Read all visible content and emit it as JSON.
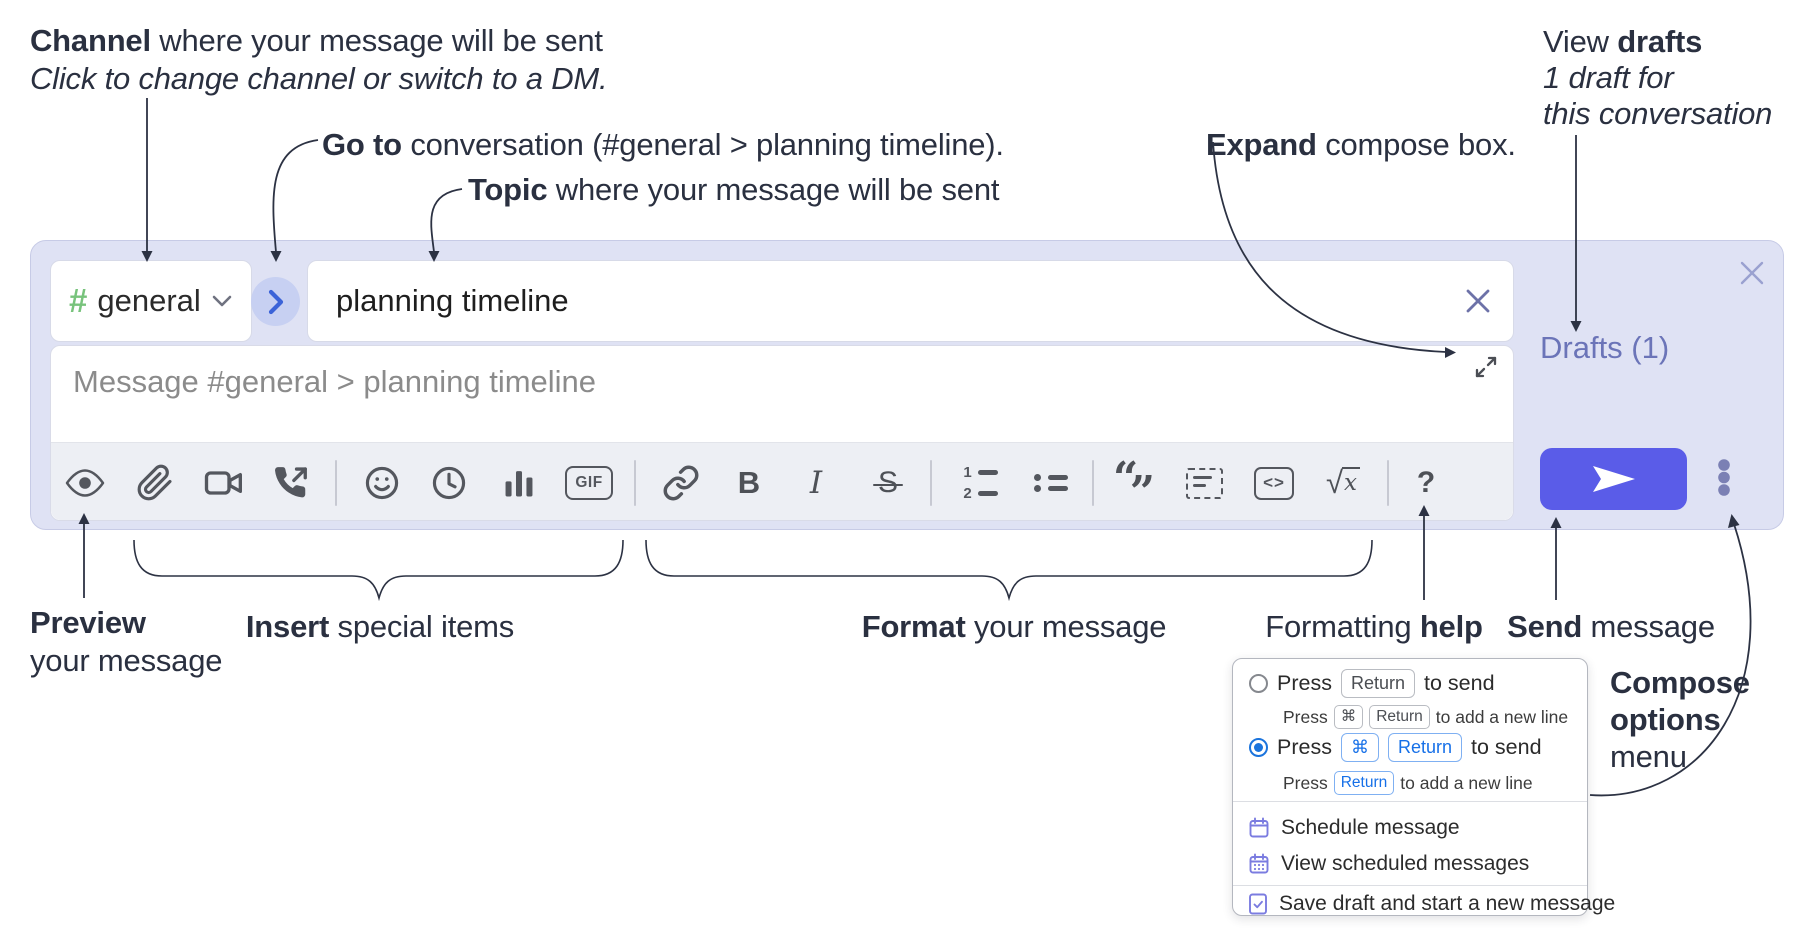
{
  "annotations": {
    "channel": {
      "bold": "Channel",
      "rest": " where your message will be sent",
      "sub_italic": "Click to change channel or switch to a DM."
    },
    "go_to": {
      "bold": "Go to",
      "rest": " conversation (#general > planning timeline)."
    },
    "topic": {
      "bold": "Topic",
      "rest": " where your message will be sent"
    },
    "expand": {
      "bold": "Expand",
      "rest": " compose box."
    },
    "view_drafts": {
      "line1_pre": "View ",
      "line1_bold": "drafts",
      "line2": "1 draft for",
      "line3": "this conversation"
    },
    "preview": {
      "line1_bold": "Preview",
      "line2": "your message"
    },
    "insert": {
      "bold": "Insert",
      "rest": " special items"
    },
    "format": {
      "bold": "Format",
      "rest": " your message"
    },
    "formatting_help": {
      "pre": "Formatting ",
      "bold": "help"
    },
    "send": {
      "bold": "Send",
      "rest": " message"
    },
    "compose_options": {
      "line1": "Compose",
      "line2": "options",
      "line3": "menu"
    }
  },
  "compose": {
    "channel_hash": "#",
    "channel_name": "general",
    "topic_value": "planning timeline",
    "message_placeholder": "Message #general > planning timeline",
    "drafts_label": "Drafts (1)"
  },
  "toolbar": {
    "gif": "GIF",
    "bold": "B",
    "italic": "I",
    "strike": "S",
    "ol_1": "1",
    "ol_2": "2",
    "quote_open": "“",
    "quote_close": "”",
    "code": "<>",
    "math_sqrt": "√",
    "math_var": "x",
    "help": "?"
  },
  "popup": {
    "option1": {
      "press": "Press",
      "key": "Return",
      "suffix": "to send",
      "sub_press": "Press",
      "sub_key_mod": "⌘",
      "sub_key": "Return",
      "sub_suffix": "to add a new line"
    },
    "option2": {
      "press": "Press",
      "key_mod": "⌘",
      "key": "Return",
      "suffix": "to send",
      "sub_press": "Press",
      "sub_key": "Return",
      "sub_suffix": "to add a new line"
    },
    "items": [
      {
        "label": "Schedule message"
      },
      {
        "label": "View scheduled messages"
      },
      {
        "label": "Save draft and start a new message"
      }
    ]
  },
  "colors": {
    "accent_send": "#5a5ce8",
    "compose_bg": "#dfe2f4",
    "drafts_link": "#6b74b8",
    "hash_green": "#78c37c",
    "goto_blue": "#3b63d8",
    "kbd_blue": "#1670e8",
    "menu_icon_purple": "#7b7ce0",
    "icon_gray": "#54575e",
    "radio_blue": "#1b74dd"
  }
}
